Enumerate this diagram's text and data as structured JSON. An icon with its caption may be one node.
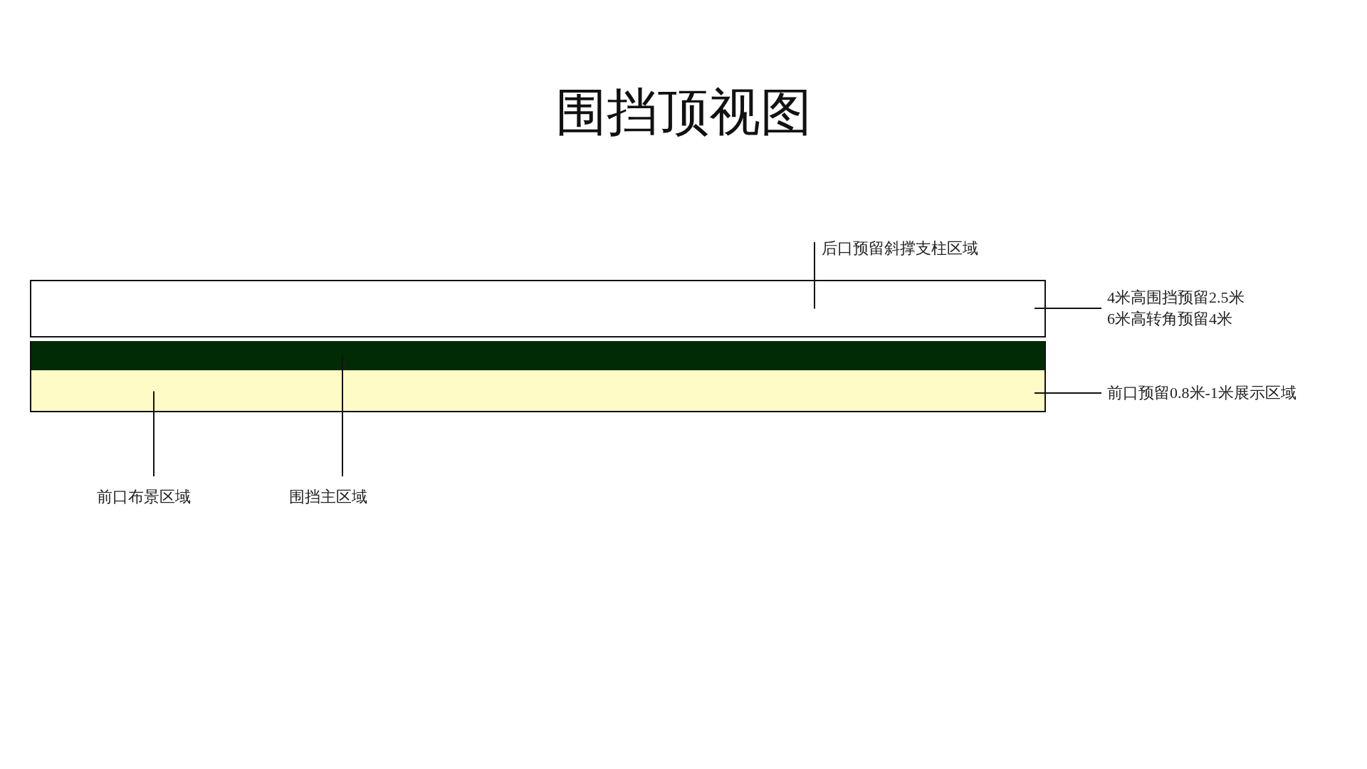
{
  "diagram": {
    "title": "围挡顶视图",
    "nodes": [
      {
        "text": [],
        "shape": "box"
      },
      {
        "text": [],
        "shape": "bar"
      },
      {
        "text": [],
        "shape": "bar"
      },
      {
        "text": [
          "后口预留斜撑支柱区域"
        ]
      },
      {
        "text": [
          "4米高围挡预留2.5米",
          "6米高转角预留4米"
        ]
      },
      {
        "text": [
          "前口预留0.8米-1米展示区域"
        ]
      },
      {
        "text": [
          "前口布景区域"
        ]
      },
      {
        "text": [
          "围挡主区域"
        ]
      }
    ],
    "edges": [
      {
        "from": 3,
        "to": 0,
        "arrow": "none"
      },
      {
        "from": 4,
        "to": 0,
        "arrow": "none"
      },
      {
        "from": 5,
        "to": 2,
        "arrow": "none"
      },
      {
        "from": 6,
        "to": 2,
        "arrow": "none"
      },
      {
        "from": 7,
        "to": 1,
        "arrow": "none"
      }
    ]
  }
}
